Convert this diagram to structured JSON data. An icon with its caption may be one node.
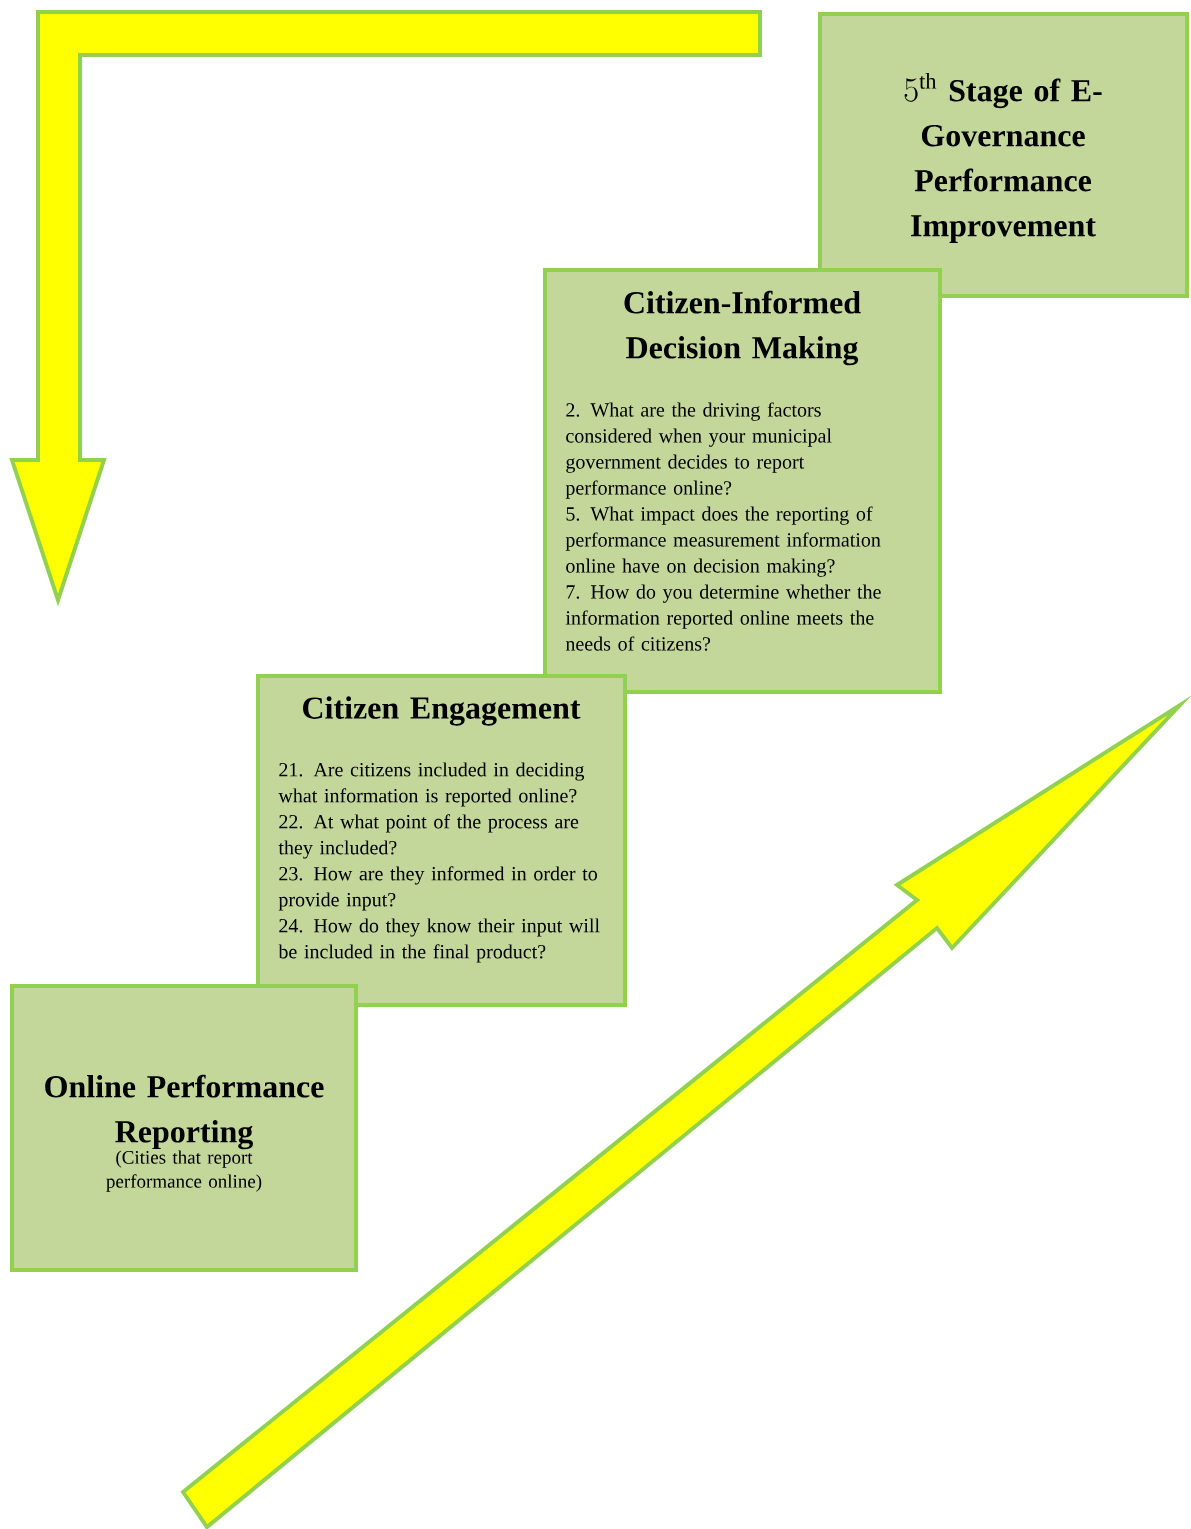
{
  "diagram": {
    "nodes": [
      {
        "text": [
          "5^{\\mathrm{th}}",
          "Stage of E-Governance Performance Improvement"
        ]
      },
      {
        "text": [
          "Citizen-Informed Decision Making",
          "2. What are the driving factors considered when your municipal government decides to report performance online?",
          "5. What impact does the reporting of performance measurement information online have on decision making?",
          "7. How do you determine whether the information reported online meets the needs of citizens?"
        ]
      },
      {
        "text": [
          "Citizen Engagement",
          "21. Are citizens included in deciding what information is reported online?",
          "22. At what point of the process are they included?",
          "23. How are they informed in order to provide input?",
          "24. How do they know their input will be included in the final product?"
        ]
      },
      {
        "text": [
          "Online Performance Reporting",
          "(Cities that report performance online)"
        ]
      }
    ]
  }
}
